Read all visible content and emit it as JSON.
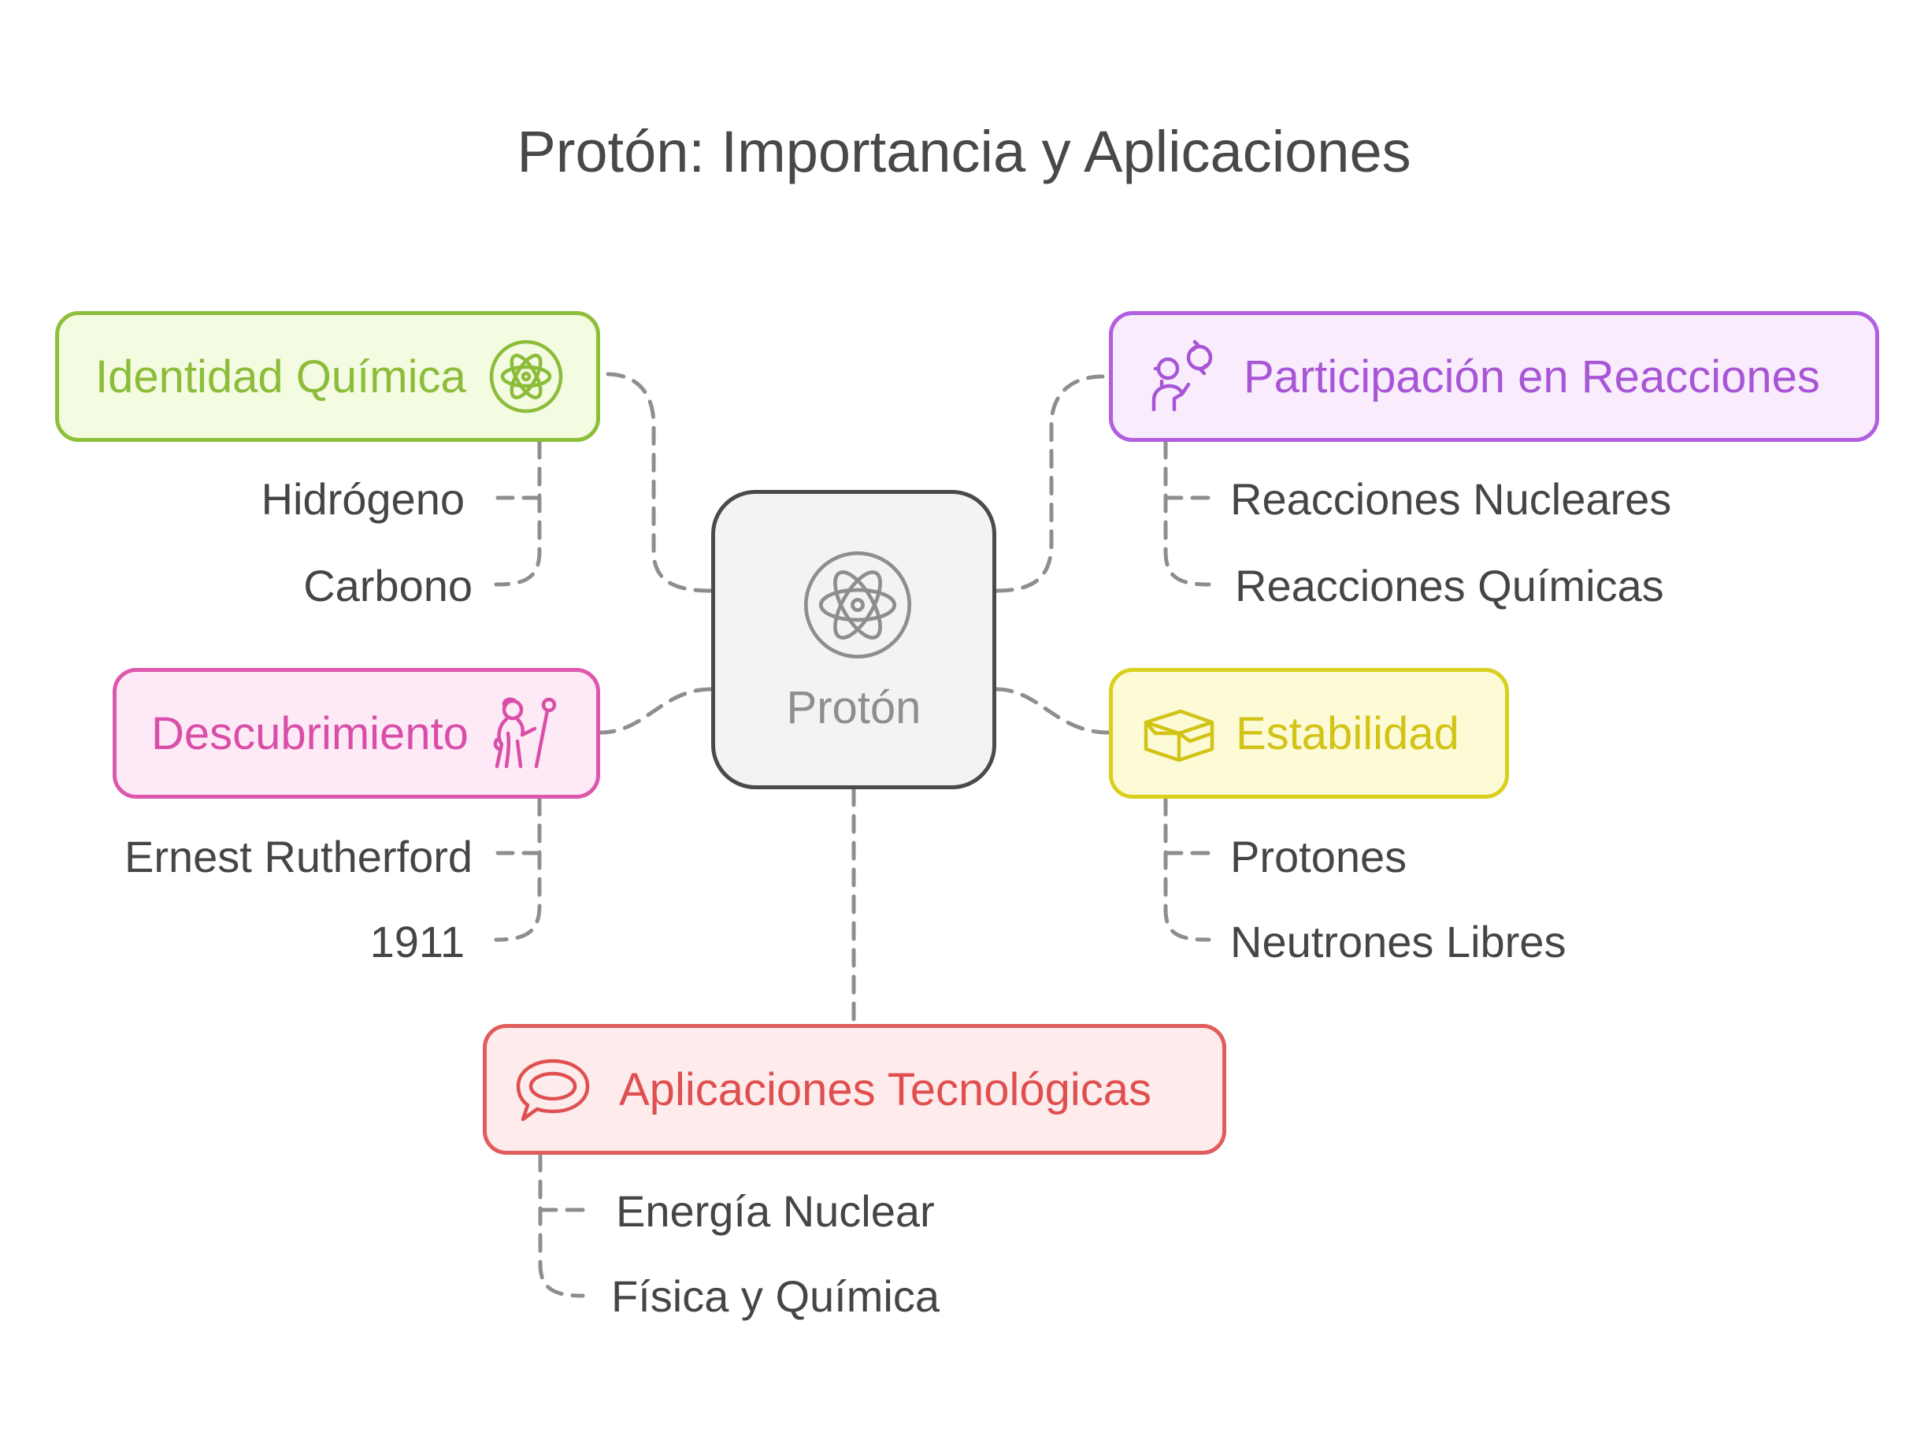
{
  "diagram": {
    "title": "Protón: Importancia y Aplicaciones",
    "center": {
      "label": "Protón",
      "icon": "atom-icon"
    },
    "branches": {
      "identidad": {
        "label": "Identidad Química",
        "icon": "atom-icon",
        "color": "#8fbe3b",
        "items": [
          "Hidrógeno",
          "Carbono"
        ]
      },
      "participacion": {
        "label": "Participación en Reacciones",
        "icon": "reaction-person-icon",
        "color": "#b15ee0",
        "items": [
          "Reacciones Nucleares",
          "Reacciones Químicas"
        ]
      },
      "descubrimiento": {
        "label": "Descubrimiento",
        "icon": "scientist-icon",
        "color": "#dd58ad",
        "items": [
          "Ernest Rutherford",
          "1911"
        ]
      },
      "estabilidad": {
        "label": "Estabilidad",
        "icon": "open-box-icon",
        "color": "#d9cf1d",
        "items": [
          "Protones",
          "Neutrones Libres"
        ]
      },
      "aplicaciones": {
        "label": "Aplicaciones Tecnológicas",
        "icon": "speech-bubble-icon",
        "color": "#e15c5c",
        "items": [
          "Energía Nuclear",
          "Física y Química"
        ]
      }
    }
  }
}
